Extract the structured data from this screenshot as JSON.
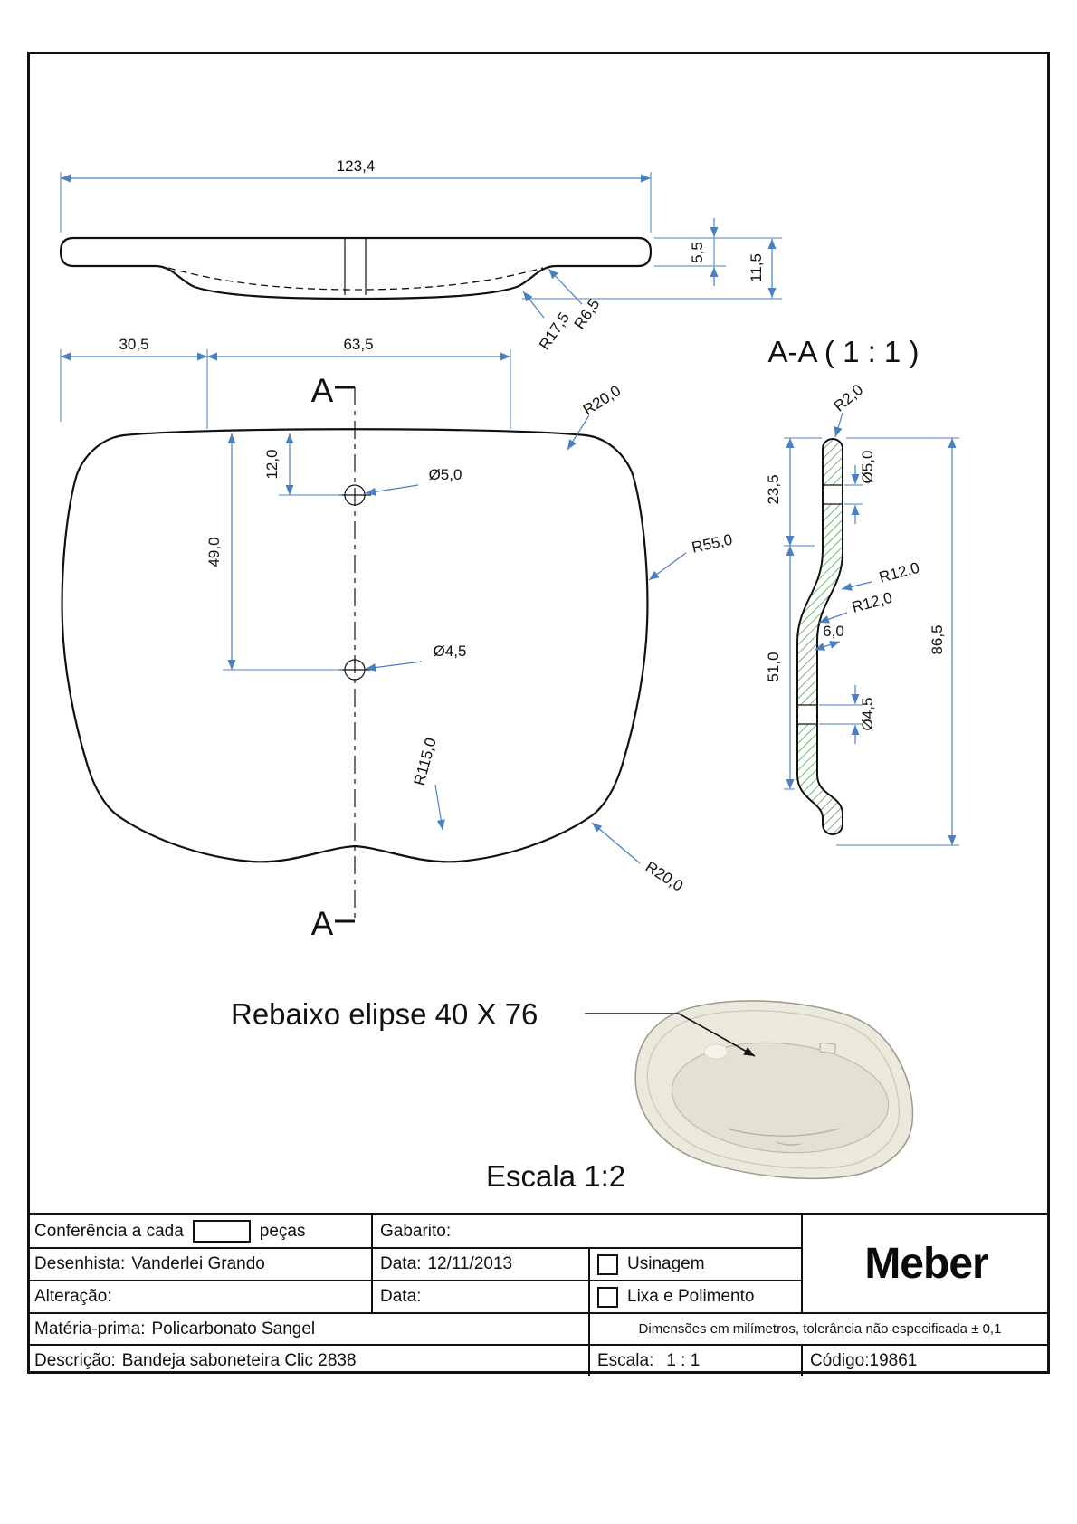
{
  "drawing": {
    "section_title": "A-A ( 1 : 1 )",
    "section_marker_top": "A",
    "section_marker_bottom": "A",
    "rebaixo_note": "Rebaixo elipse 40 X 76",
    "scale_note": "Escala 1:2",
    "dims": {
      "profile_width": "123,4",
      "profile_rim": "5,5",
      "profile_height": "11,5",
      "profile_r17": "R17,5",
      "profile_r6": "R6,5",
      "plan_left": "30,5",
      "plan_center": "63,5",
      "plan_hole1_offset": "12,0",
      "plan_hole2_offset": "49,0",
      "plan_hole1_dia": "Ø5,0",
      "plan_hole2_dia": "Ø4,5",
      "plan_r20_top": "R20,0",
      "plan_r55": "R55,0",
      "plan_r115": "R115,0",
      "plan_r20_bottom": "R20,0",
      "sec_r2": "R2,0",
      "sec_hole1_dia": "Ø5,0",
      "sec_upper": "23,5",
      "sec_r12_a": "R12,0",
      "sec_r12_b": "R12,0",
      "sec_wall": "6,0",
      "sec_lower": "51,0",
      "sec_hole2_dia": "Ø4,5",
      "sec_total": "86,5"
    }
  },
  "title_block": {
    "conferencia_label": "Conferência a cada",
    "pecas_label": "peças",
    "gabarito_label": "Gabarito:",
    "desenhista_label": "Desenhista:",
    "desenhista_value": "Vanderlei Grando",
    "data1_label": "Data:",
    "data1_value": "12/11/2013",
    "usinagem_label": "Usinagem",
    "alteracao_label": "Alteração:",
    "data2_label": "Data:",
    "lixa_label": "Lixa e Polimento",
    "materia_label": "Matéria-prima:",
    "materia_value": "Policarbonato Sangel",
    "tolerancia_note": "Dimensões em milímetros, tolerância não especificada ± 0,1",
    "descricao_label": "Descrição:",
    "descricao_value": "Bandeja saboneteira Clic 2838",
    "escala_label": "Escala:",
    "escala_value": "1 : 1",
    "codigo_label": "Código:",
    "codigo_value": "19861",
    "logo": "Meber"
  }
}
